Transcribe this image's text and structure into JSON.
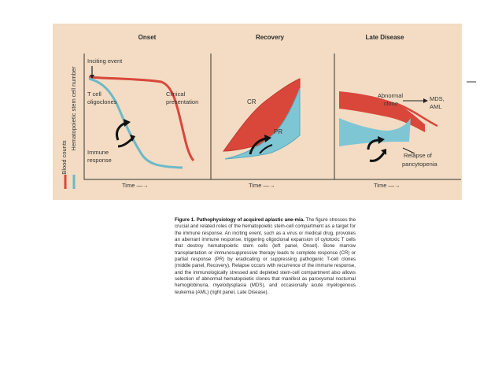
{
  "figure": {
    "background_color": "#f3dcc3",
    "red_color": "#d9473b",
    "blue_color": "#6bb9c9",
    "panels": [
      {
        "title": "Onset"
      },
      {
        "title": "Recovery"
      },
      {
        "title": "Late Disease"
      }
    ],
    "y_axis": {
      "label_outer": "Blood counts",
      "label_inner": "Hematopoietic stem cell number"
    },
    "x_axis_label": "Time —→",
    "onset_labels": {
      "inciting_event": "Inciting event",
      "t_cell_line1": "T cell",
      "t_cell_line2": "oligoclones",
      "clinical_line1": "Clinical",
      "clinical_line2": "presentation",
      "immune_line1": "Immune",
      "immune_line2": "response"
    },
    "recovery_labels": {
      "cr": "CR",
      "pr": "PR"
    },
    "late_labels": {
      "abnormal_line1": "Abnormal",
      "abnormal_line2": "clone",
      "mds_line1": "MDS,",
      "mds_line2": "AML",
      "relapse_line1": "Relapse of",
      "relapse_line2": "pancytopenia"
    }
  },
  "caption": {
    "label": "Figure 1. Pathophysiology of acquired aplastic ane-mia.",
    "text": "The figure stresses the crucial and related roles of the hematopoietic stem-cell compartment as a target for the immune response. An inciting event, such as a virus or medical drug, provokes an aberrant immune response, triggering oligoclonal expansion of cytotoxic T cells that destroy hematopoietic stem cells (left panel, Onset). Bone marrow transplantation or immunosuppressive therapy leads to complete response (CR) or partial response (PR) by eradicating or suppressing pathogenic T-cell clones (middle panel, Recovery). Relapse occurs with recurrence of the immune response, and the immunologically stressed and depleted stem-cell compartment also allows selection of abnormal hematopoietic clones that manifest as paroxysmal nocturnal hemoglobinuria, myelodysplasia (MDS), and occasionally acute myelogenous leukemia (AML) (right panel, Late Disease)."
  }
}
